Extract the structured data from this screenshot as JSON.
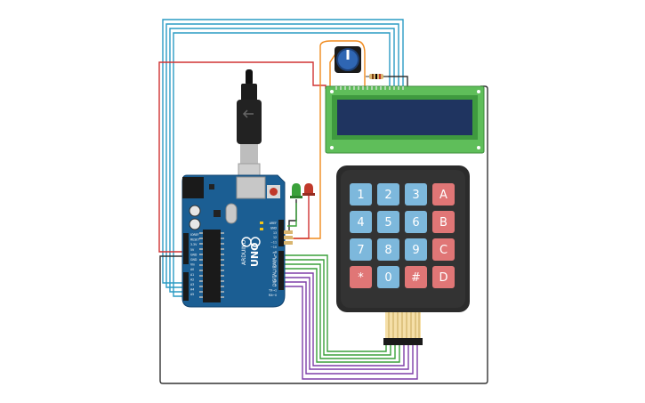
{
  "board": {
    "name": "UNO",
    "logo_text": "ARDUINO",
    "digital_label": "DIGITAL (PWM ~)",
    "power_label": "POWER",
    "analog_label": "ANALOG IN",
    "pin_labels_left": [
      "IOREF",
      "RESET",
      "3.3V",
      "5V",
      "GND",
      "GND",
      "Vin",
      "A0",
      "A1",
      "A2",
      "A3",
      "A4",
      "A5"
    ],
    "pin_labels_right": [
      "AREF",
      "GND",
      "13",
      "12",
      "~11",
      "~10",
      "~9",
      "8",
      "7",
      "~6",
      "~5",
      "4",
      "~3",
      "2",
      "TX→1",
      "RX←0"
    ]
  },
  "keypad": {
    "keys": [
      {
        "label": "1",
        "kind": "num"
      },
      {
        "label": "2",
        "kind": "num"
      },
      {
        "label": "3",
        "kind": "num"
      },
      {
        "label": "A",
        "kind": "letter"
      },
      {
        "label": "4",
        "kind": "num"
      },
      {
        "label": "5",
        "kind": "num"
      },
      {
        "label": "6",
        "kind": "num"
      },
      {
        "label": "B",
        "kind": "letter"
      },
      {
        "label": "7",
        "kind": "num"
      },
      {
        "label": "8",
        "kind": "num"
      },
      {
        "label": "9",
        "kind": "num"
      },
      {
        "label": "C",
        "kind": "letter"
      },
      {
        "label": "*",
        "kind": "letter"
      },
      {
        "label": "0",
        "kind": "num"
      },
      {
        "label": "#",
        "kind": "letter"
      },
      {
        "label": "D",
        "kind": "letter"
      }
    ]
  },
  "lcd": {
    "screen_text": ""
  },
  "leds": [
    {
      "color": "green"
    },
    {
      "color": "red"
    }
  ],
  "colors": {
    "board": "#1b5e93",
    "lcd_pcb": "#5fbe5a",
    "lcd_screen": "#1f3460",
    "keypad_body": "#2b2b2b",
    "key_num": "#7db8dc",
    "key_letter": "#e07676",
    "wire_cyan": "#2a9bc4",
    "wire_red": "#d03434",
    "wire_orange": "#f08a1c",
    "wire_green": "#3aa13a",
    "wire_purple": "#7e3ea8",
    "wire_dark": "#333333"
  },
  "icons": [
    "usb-cable-icon",
    "potentiometer-icon",
    "resistor-icon",
    "led-icon"
  ]
}
